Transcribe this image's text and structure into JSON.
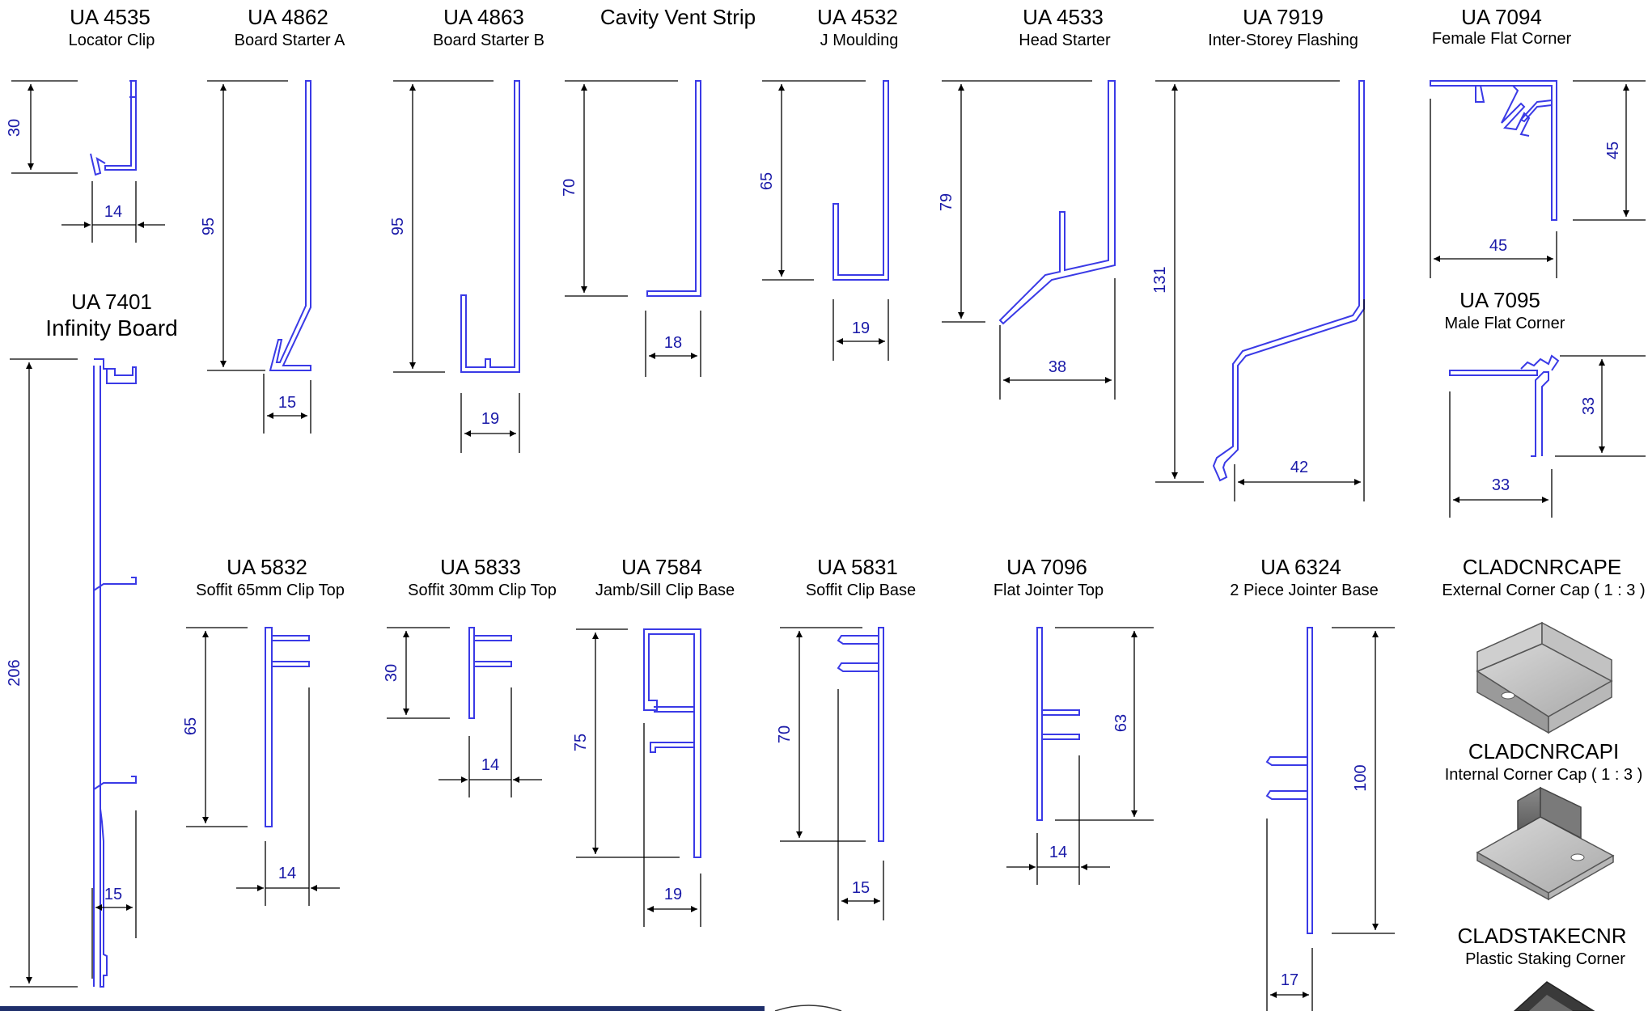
{
  "profiles": [
    {
      "key": "p4535",
      "code": "UA 4535",
      "name": "Locator Clip",
      "dims": [
        "30",
        "14"
      ]
    },
    {
      "key": "p4862",
      "code": "UA 4862",
      "name": "Board Starter A",
      "dims": [
        "95",
        "15"
      ]
    },
    {
      "key": "p4863",
      "code": "UA 4863",
      "name": "Board Starter B",
      "dims": [
        "95",
        "19"
      ]
    },
    {
      "key": "pcvs",
      "code": "",
      "name": "Cavity Vent Strip",
      "dims": [
        "70",
        "18"
      ]
    },
    {
      "key": "p4532",
      "code": "UA 4532",
      "name": "J Moulding",
      "dims": [
        "65",
        "19"
      ]
    },
    {
      "key": "p4533",
      "code": "UA 4533",
      "name": "Head Starter",
      "dims": [
        "79",
        "38"
      ]
    },
    {
      "key": "p7919",
      "code": "UA 7919",
      "name": "Inter-Storey Flashing",
      "dims": [
        "131",
        "42"
      ]
    },
    {
      "key": "p7094",
      "code": "UA 7094",
      "name": "Female Flat Corner",
      "dims": [
        "45",
        "45"
      ]
    },
    {
      "key": "p7401",
      "code": "UA 7401",
      "name": "Infinity Board",
      "dims": [
        "206",
        "15"
      ]
    },
    {
      "key": "p7095",
      "code": "UA 7095",
      "name": "Male Flat Corner",
      "dims": [
        "33",
        "33"
      ]
    },
    {
      "key": "p5832",
      "code": "UA 5832",
      "name": "Soffit 65mm Clip Top",
      "dims": [
        "65",
        "14"
      ]
    },
    {
      "key": "p5833",
      "code": "UA 5833",
      "name": "Soffit 30mm Clip Top",
      "dims": [
        "30",
        "14"
      ]
    },
    {
      "key": "p7584",
      "code": "UA 7584",
      "name": "Jamb/Sill Clip Base",
      "dims": [
        "75",
        "19"
      ]
    },
    {
      "key": "p5831",
      "code": "UA 5831",
      "name": "Soffit Clip Base",
      "dims": [
        "70",
        "15"
      ]
    },
    {
      "key": "p7096",
      "code": "UA 7096",
      "name": "Flat Jointer Top",
      "dims": [
        "63",
        "14"
      ]
    },
    {
      "key": "p6324",
      "code": "UA 6324",
      "name": "2 Piece Jointer Base",
      "dims": [
        "100",
        "17"
      ]
    }
  ],
  "accessories": [
    {
      "key": "cape",
      "code": "CLADCNRCAPE",
      "name": "External Corner Cap ( 1 : 3 )"
    },
    {
      "key": "capi",
      "code": "CLADCNRCAPI",
      "name": "Internal Corner Cap ( 1 : 3 )"
    },
    {
      "key": "stake",
      "code": "CLADSTAKECNR",
      "name": "Plastic Staking Corner"
    }
  ],
  "colors": {
    "profile": "#3a3ae6",
    "dimension_text": "#1a1aa8",
    "dimension_line": "#000000",
    "band": "#1f2f6b"
  }
}
